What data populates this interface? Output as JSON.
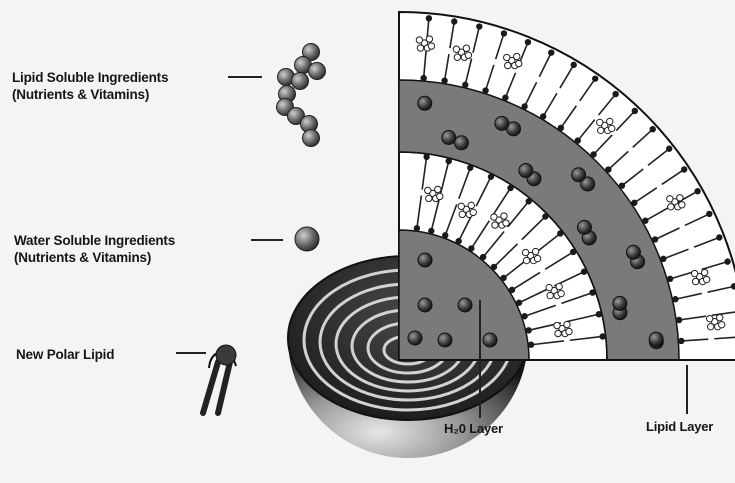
{
  "labels": {
    "lipid_soluble": {
      "line1": "Lipid Soluble Ingredients",
      "line2": "(Nutrients & Vitamins)"
    },
    "water_soluble": {
      "line1": "Water Soluble Ingredients",
      "line2": "(Nutrients & Vitamins)"
    },
    "new_polar_lipid": "New Polar Lipid",
    "h2o_layer": "H₂0 Layer",
    "lipid_layer": "Lipid Layer"
  },
  "colors": {
    "background": "#f4f4f2",
    "water_layer": "#7a7a7a",
    "lipid_region": "#ffffff",
    "molecule": "#2a2a2a",
    "sphere_light": "#d9d9d9",
    "sphere_dark": "#1e1e1e",
    "text": "#161616"
  }
}
